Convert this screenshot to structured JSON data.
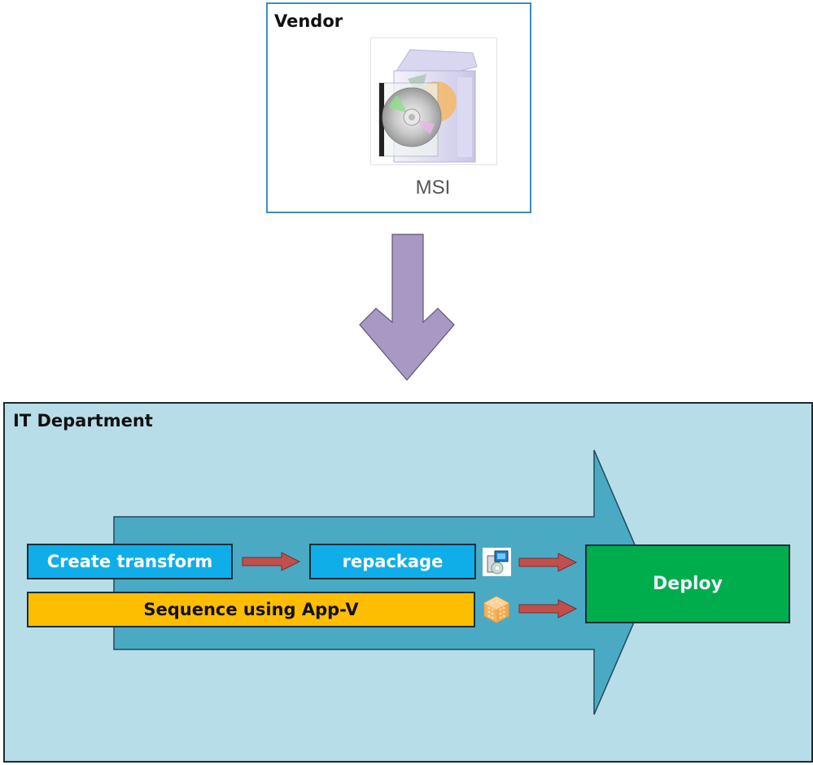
{
  "vendor": {
    "title": "Vendor",
    "package_icon": "software-box-cd-icon",
    "package_label": "MSI",
    "border_color": "#3c8dbf"
  },
  "flow_arrow": {
    "icon": "down-arrow",
    "color": "#a799c4"
  },
  "it_department": {
    "title": "IT Department",
    "background_color": "#b7dde8",
    "big_arrow_color": "#4aaac4",
    "steps": {
      "create_transform": {
        "label": "Create transform",
        "color": "#10aee8"
      },
      "repackage": {
        "label": "repackage",
        "color": "#10aee8",
        "result_icon": "setup-installer-icon"
      },
      "sequence": {
        "label": "Sequence using App-V",
        "color": "#fdbd00",
        "result_icon": "app-v-package-icon"
      },
      "deploy": {
        "label": "Deploy",
        "color": "#00ad4c"
      }
    },
    "connector_color": "#c0504d"
  }
}
